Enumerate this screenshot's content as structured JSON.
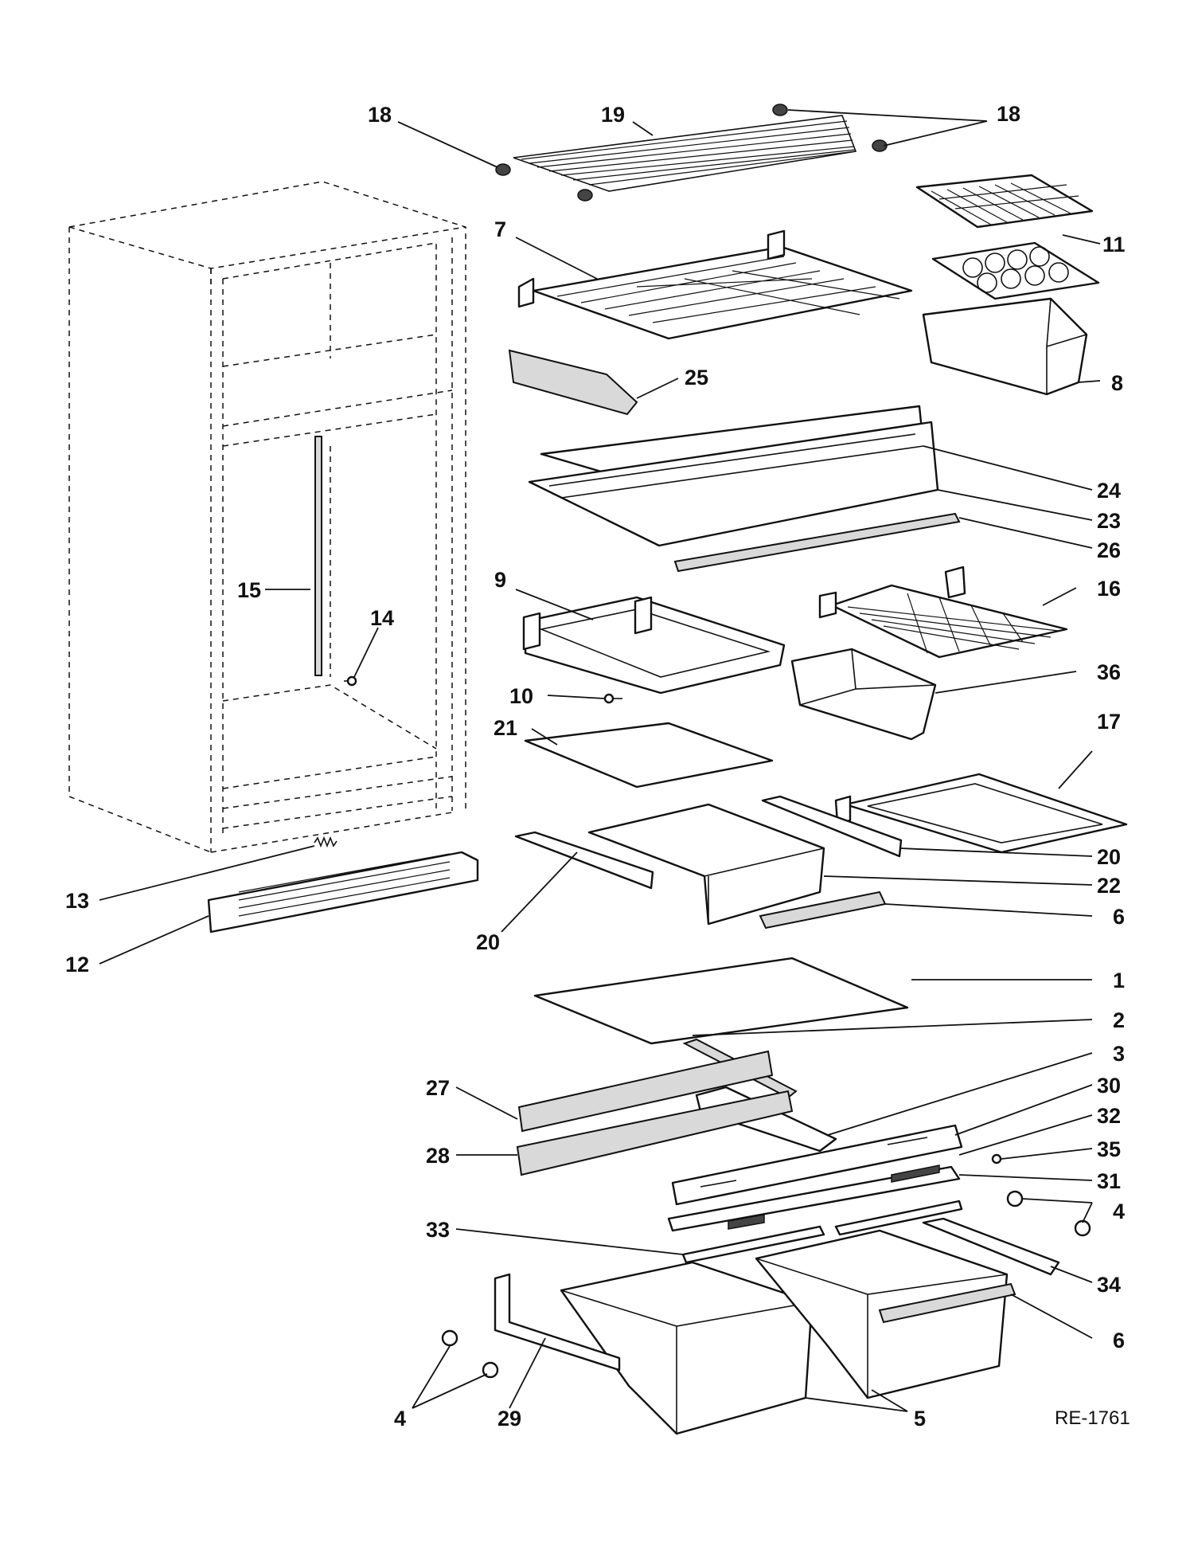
{
  "callouts": [
    "18",
    "19",
    "18",
    "7",
    "11",
    "25",
    "8",
    "24",
    "23",
    "26",
    "9",
    "16",
    "15",
    "14",
    "10",
    "36",
    "21",
    "17",
    "20",
    "22",
    "6",
    "20",
    "13",
    "12",
    "1",
    "2",
    "3",
    "27",
    "30",
    "32",
    "35",
    "28",
    "31",
    "4",
    "33",
    "34",
    "6",
    "4",
    "29",
    "5"
  ],
  "reference": "RE-1761"
}
